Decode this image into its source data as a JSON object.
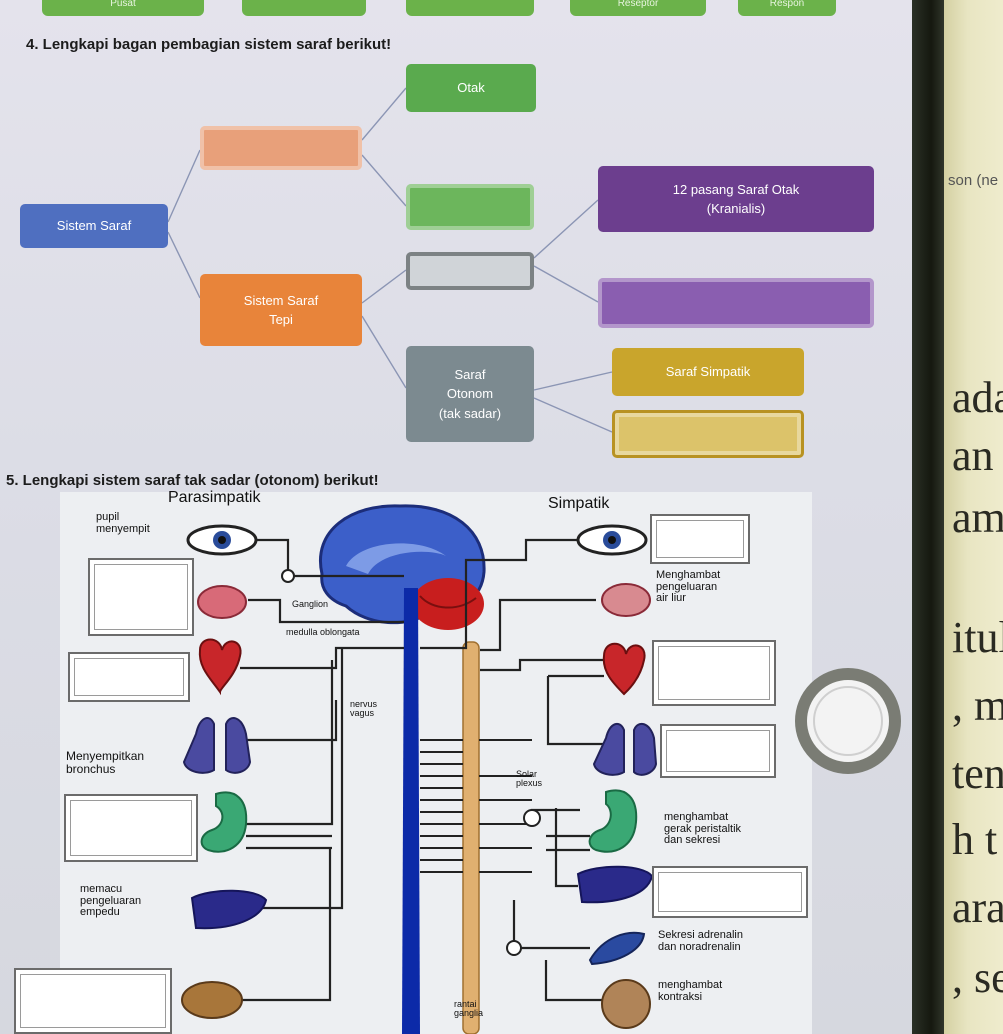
{
  "top_buttons": [
    "Pusat",
    "",
    "",
    "Reseptor",
    "Respon"
  ],
  "section4": {
    "title": "4. Lengkapi bagan pembagian sistem saraf berikut!",
    "nodes": {
      "sistem_saraf": "Sistem Saraf",
      "otak": "Otak",
      "sistem_saraf_tepi": [
        "Sistem Saraf",
        "Tepi"
      ],
      "kranial": [
        "12 pasang Saraf Otak",
        "(Kranialis)"
      ],
      "otonom": [
        "Saraf",
        "Otonom",
        "(tak sadar)"
      ],
      "simpatik": "Saraf Simpatik"
    }
  },
  "section5": {
    "title": "5. Lengkapi sistem saraf tak sadar (otonom) berikut!",
    "parasimpatik": "Parasimpatik",
    "simpatik": "Simpatik",
    "labels": {
      "pupil": [
        "pupil",
        "menyempit"
      ],
      "ganglion": "Ganglion",
      "medulla": "medulla oblongata",
      "nervus_vagus": [
        "nervus",
        "vagus"
      ],
      "bronchus": [
        "Menyempitkan",
        "bronchus"
      ],
      "solar": [
        "Solar",
        "plexus"
      ],
      "empedu": [
        "memacu",
        "pengeluaran",
        "empedu"
      ],
      "rantai": [
        "rantai",
        "ganglia"
      ],
      "air_liur": [
        "Menghambat",
        "pengeluaran",
        "air liur"
      ],
      "peristaltik": [
        "menghambat",
        "gerak peristaltik",
        "dan sekresi"
      ],
      "adrenalin": [
        "Sekresi adrenalin",
        "dan noradrenalin"
      ],
      "kontraksi": [
        "menghambat",
        "kontraksi"
      ]
    }
  },
  "background_text": {
    "son": "son (ne",
    "lines": [
      "ada",
      "an l",
      "ama",
      "itul",
      ", me",
      "ten",
      "h t",
      "ara",
      ", se"
    ]
  },
  "colors": {
    "blue": "#4f6fc0",
    "orange": "#e8843a",
    "green": "#6cb65c",
    "purple": "#6c3e8e",
    "gray": "#7c8a90",
    "yellow": "#c9a52c"
  }
}
